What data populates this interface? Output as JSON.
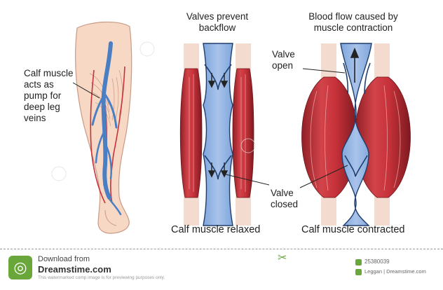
{
  "labels": {
    "calf_pump": [
      "Calf muscle",
      "acts as",
      "pump for",
      "deep leg",
      "veins"
    ],
    "valves_prevent": [
      "Valves prevent",
      "backflow"
    ],
    "blood_flow": [
      "Blood flow caused by",
      "muscle contraction"
    ],
    "valve_open": [
      "Valve",
      "open"
    ],
    "valve_closed": [
      "Valve",
      "closed"
    ]
  },
  "captions": {
    "relaxed": "Calf muscle relaxed",
    "contracted": "Calf muscle contracted"
  },
  "footer": {
    "download_from": "Download from",
    "site": "Dreamstime.com",
    "small_print": "This watermarked comp image is for previewing purposes only.",
    "image_id": "25380039",
    "credit": "Leggan | Dreamstime.com",
    "logo_icon": "dreamstime-swirl-icon",
    "scissors_icon": "scissors-icon"
  },
  "colors": {
    "vein_blue": "#4b7fc4",
    "vein_light": "#a9c3ea",
    "muscle_red": "#c8323a",
    "muscle_dark": "#8f1f25",
    "tendon": "#f3dccf",
    "skin": "#f7d8c4",
    "brand_green": "#6aa73b"
  }
}
